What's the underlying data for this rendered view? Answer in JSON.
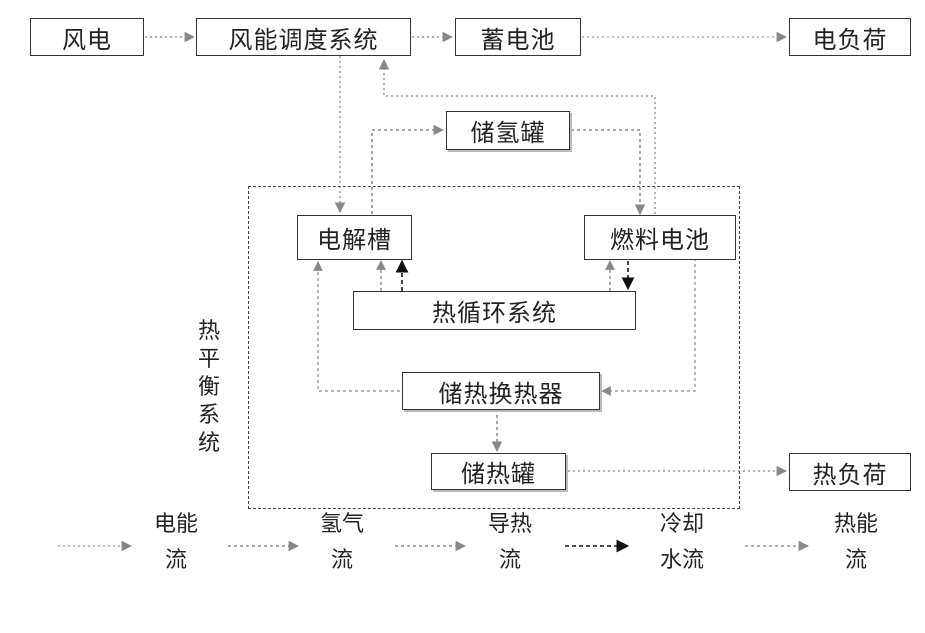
{
  "nodes": {
    "wind_power": "风电",
    "wind_dispatch": "风能调度系统",
    "battery": "蓄电池",
    "electric_load": "电负荷",
    "h2_tank": "储氢罐",
    "electrolyzer": "电解槽",
    "fuel_cell": "燃料电池",
    "thermal_cycle": "热循环系统",
    "heat_exchanger": "储热换热器",
    "heat_tank": "储热罐",
    "heat_load": "热负荷"
  },
  "system_label": "热平衡系统",
  "legend": [
    {
      "line1": "电能",
      "line2": "流",
      "style": "dotted-light"
    },
    {
      "line1": "氢气",
      "line2": "流",
      "style": "dotted-medium"
    },
    {
      "line1": "导热",
      "line2": "流",
      "style": "dashed-gray"
    },
    {
      "line1": "冷却",
      "line2": "水流",
      "style": "dashed-dark"
    },
    {
      "line1": "热能",
      "line2": "流",
      "style": "dotted-gray"
    }
  ],
  "colors": {
    "electric": "#9a9a9a",
    "hydrogen": "#7a7a7a",
    "heat_conduct": "#8a8a8a",
    "cooling_water": "#111111",
    "thermal": "#6a6a6a"
  }
}
